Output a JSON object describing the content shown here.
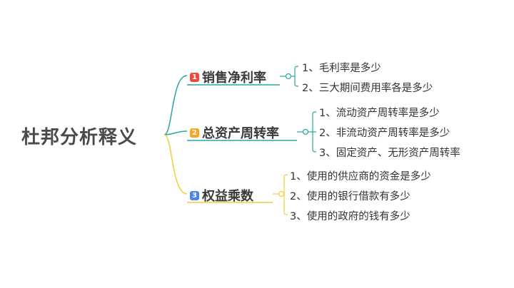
{
  "root": {
    "title": "杜邦分析释义"
  },
  "colors": {
    "teal": "#2aa6a0",
    "yellow": "#f3cc3a",
    "badge1": "#e84a3c",
    "badge2": "#f5a623",
    "badge3": "#4a86e8"
  },
  "branches": [
    {
      "badge": "1",
      "label": "销售净利率",
      "items": [
        "1、毛利率是多少",
        "2、三大期间费用率各是多少"
      ]
    },
    {
      "badge": "2",
      "label": "总资产周转率",
      "items": [
        "1、流动资产周转率是多少",
        "2、非流动资产周转率是多少",
        "3、固定资产、无形资产周转率"
      ]
    },
    {
      "badge": "3",
      "label": "权益乘数",
      "items": [
        "1、使用的供应商的资金是多少",
        "2、使用的银行借款有多少",
        "3、使用的政府的钱有多少"
      ]
    }
  ]
}
